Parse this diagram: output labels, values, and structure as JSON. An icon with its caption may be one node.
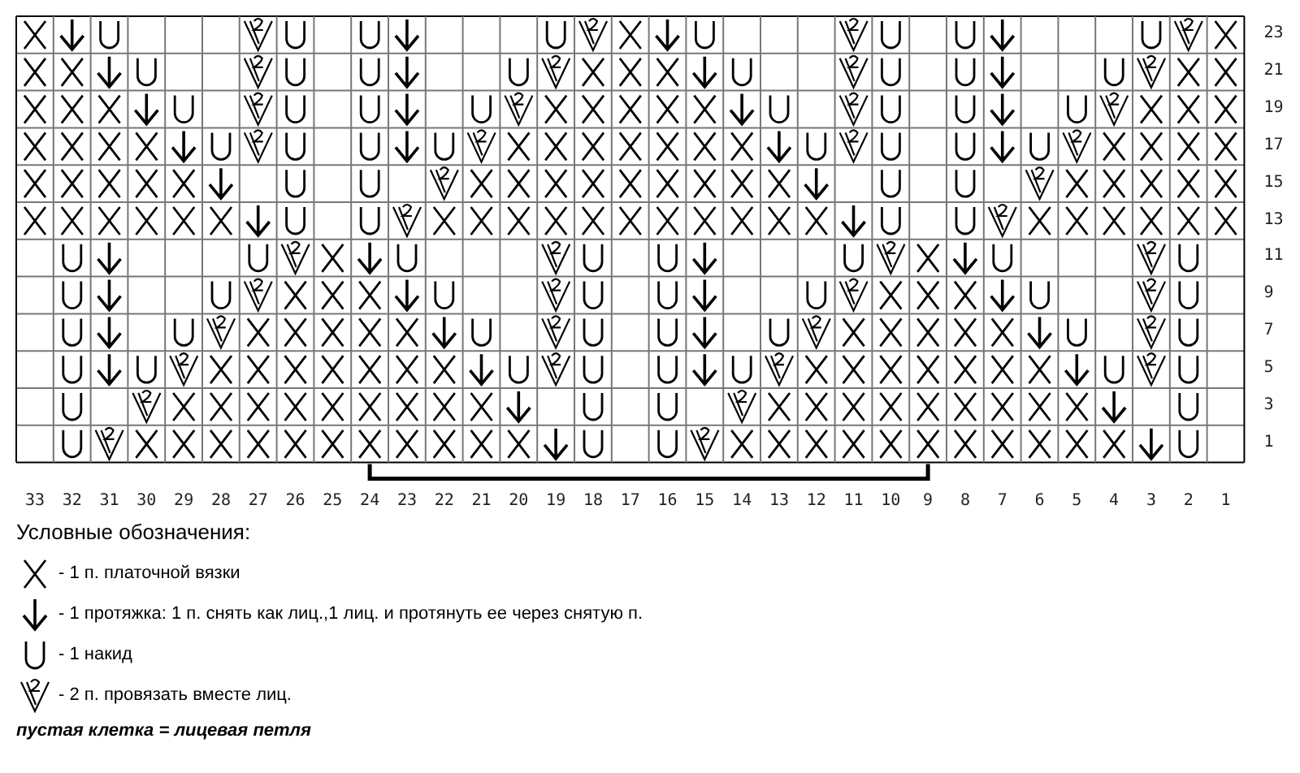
{
  "diagram": {
    "labels": [
      "23",
      "21",
      "19",
      "17",
      "15",
      "13",
      "11",
      "9",
      "7",
      "5",
      "3",
      "1",
      "33",
      "32",
      "31",
      "30",
      "29",
      "28",
      "27",
      "26",
      "25",
      "24",
      "23",
      "22",
      "21",
      "20",
      "19",
      "18",
      "17",
      "16",
      "15",
      "14",
      "13",
      "12",
      "11",
      "10",
      "9",
      "8",
      "7",
      "6",
      "5",
      "4",
      "3",
      "2",
      "1",
      "Условные обозначения:",
      "пустая клетка = лицевая петля"
    ],
    "legend": [
      {
        "text": "- 1 п. платочной вязки"
      },
      {
        "text": "- 1 протяжка: 1 п. снять как лиц.,1 лиц. и протянуть ее через снятую п."
      },
      {
        "text": "- 1 накид"
      },
      {
        "text": "- 2 п. провязать вместе лиц."
      }
    ]
  }
}
